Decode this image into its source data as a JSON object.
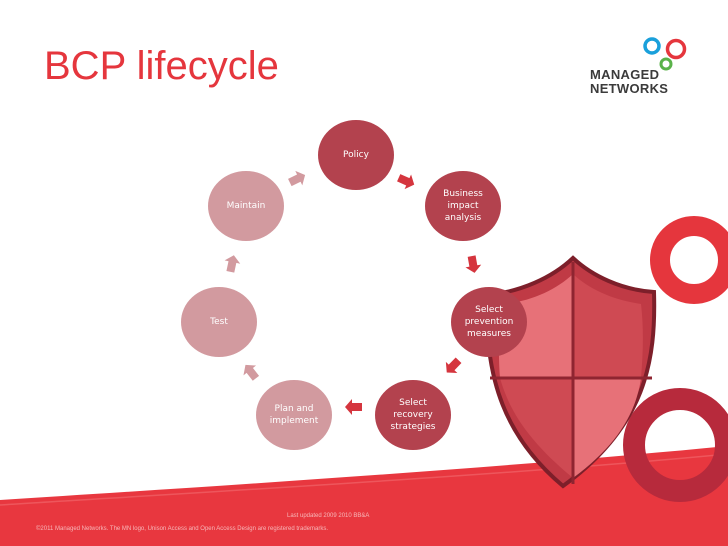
{
  "slide": {
    "title": "BCP lifecycle"
  },
  "logo": {
    "line1": "MANAGED",
    "line2": "NETWORKS"
  },
  "cycle": {
    "steps": [
      "Policy",
      "Business impact analysis",
      "Select prevention measures",
      "Select recovery strategies",
      "Plan and implement",
      "Test",
      "Maintain"
    ]
  },
  "footer": {
    "line1": "Last updated 2009 2010 BB&A",
    "line2": "©2011 Managed Networks. The MN logo, Unison Access and Open Access Design are registered trademarks."
  },
  "colors": {
    "accent": "#e5363d",
    "node_dark": "#b3424e",
    "node_light": "#d29a9f",
    "arrow": "#d5353e"
  }
}
